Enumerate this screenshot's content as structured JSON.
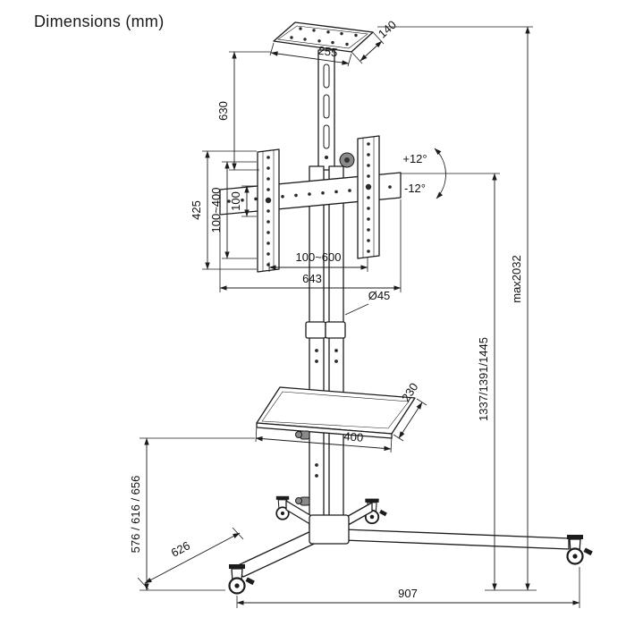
{
  "title": "Dimensions (mm)",
  "labels": {
    "tray_depth": "140",
    "tray_width": "255",
    "upper_column_height": "630",
    "bracket_height": "425",
    "vesa_vertical": "100~400",
    "vesa_pitch": "100",
    "tilt_up": "+12°",
    "tilt_down": "-12°",
    "vesa_horizontal": "100~600",
    "bracket_width": "643",
    "pole_diameter": "Ø45",
    "shelf_depth": "230",
    "shelf_width": "400",
    "max_height": "max2032",
    "screen_center_heights": "1337/1391/1445",
    "shelf_heights": "576 / 616 / 656",
    "base_side_depth": "626",
    "base_width": "907"
  },
  "colors": {
    "line": "#1c1c1c",
    "background": "#ffffff"
  }
}
